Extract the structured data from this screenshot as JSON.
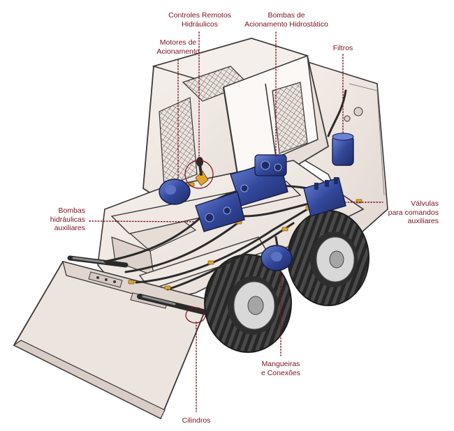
{
  "labels": {
    "controles": "Controles Remotos\nHidráulicos",
    "bombas_acionamento": "Bombas de\nAcionamento Hidrostático",
    "motores": "Motores de\nAcionamento",
    "filtros": "Filtros",
    "bombas_auxiliares": "Bombas\nhidráulicas\nauxiliares",
    "valvulas": "Válvulas\npara comandos\nauxiliares",
    "mangueiras": "Mangueiras\ne Conexões",
    "cilindros": "Cilindros"
  },
  "colors": {
    "label": "#7a1020",
    "body": "#f2ebe6",
    "outline": "#3b3838",
    "hydraulic": "#2d3f8f",
    "hydraulic_light": "#5a71c4",
    "hose": "#2a2a2a",
    "fitting": "#e0a52f",
    "tire": "#3a3a3a",
    "hub": "#d8d8d8"
  },
  "icons": {
    "joystick": "joystick-icon"
  }
}
